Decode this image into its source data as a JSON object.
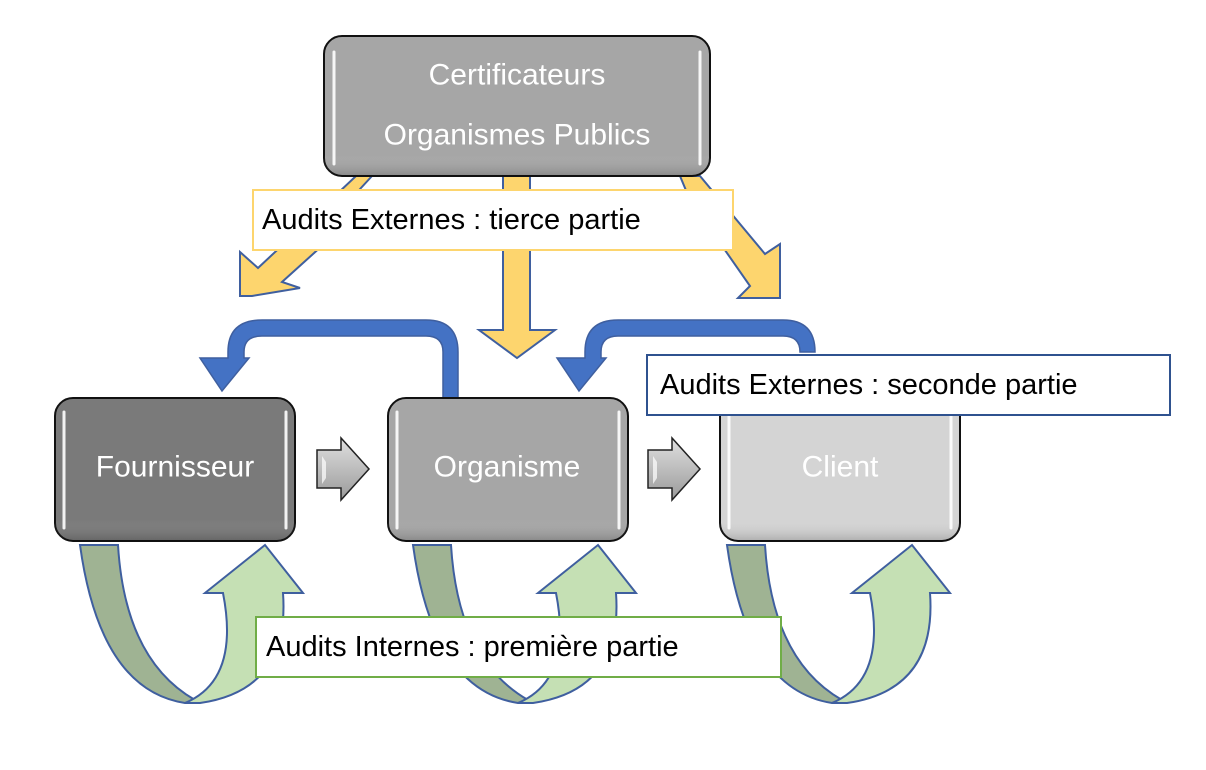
{
  "colors": {
    "background": "#ffffff",
    "tierce_arrow_fill": "#fdd56e",
    "arrow_outline": "#3f5f9f",
    "seconde_arrow_fill": "#4472c4",
    "interne_arrow_dark": "#9fb393",
    "interne_arrow_light": "#c5e0b4",
    "tierce_label_border": "#fdd56e",
    "seconde_label_border": "#2f528f",
    "interne_label_border": "#70ad47",
    "box_certificateurs": "#a6a6a6",
    "box_fournisseur": "#7a7a7a",
    "box_organisme": "#a6a6a6",
    "box_client": "#d4d4d4",
    "flow_arrow_fill": "#c0c0c0"
  },
  "boxes": {
    "certificateurs": {
      "line1": "Certificateurs",
      "line2": "Organismes Publics"
    },
    "fournisseur": {
      "label": "Fournisseur"
    },
    "organisme": {
      "label": "Organisme"
    },
    "client": {
      "label": "Client"
    }
  },
  "labels": {
    "tierce": "Audits Externes : tierce partie",
    "seconde": "Audits Externes : seconde partie",
    "interne": "Audits Internes : première partie"
  }
}
